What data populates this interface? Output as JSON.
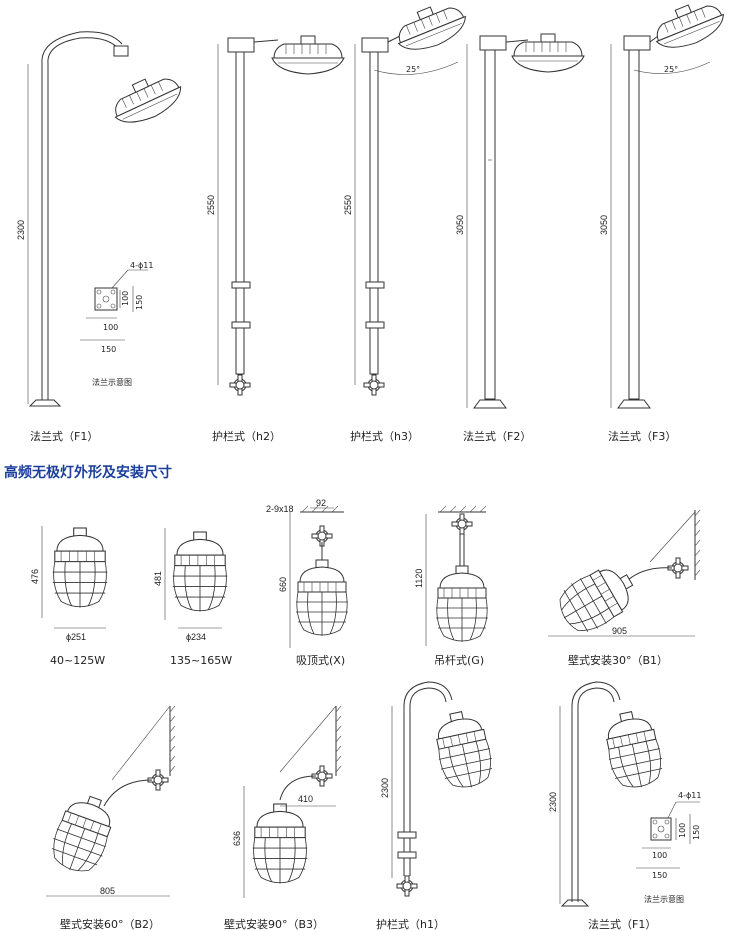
{
  "section_title": "高频无极灯外形及安装尺寸",
  "top_row": {
    "f1": {
      "caption": "法兰式（F1）",
      "height": "2300",
      "flange_title": "法兰示意图",
      "holes": "4-ϕ11",
      "d100a": "100",
      "d150a": "150",
      "d100b": "100",
      "d150b": "150"
    },
    "h2": {
      "caption": "护栏式（h2）",
      "height": "2550"
    },
    "h3": {
      "caption": "护栏式（h3）",
      "height": "2550",
      "angle": "25°"
    },
    "f2": {
      "caption": "法兰式（F2）",
      "height": "3050"
    },
    "f3": {
      "caption": "法兰式（F3）",
      "height": "3050",
      "angle": "25°"
    }
  },
  "middle_row": {
    "a": {
      "caption": "40~125W",
      "height": "476",
      "diameter": "ϕ251"
    },
    "b": {
      "caption": "135~165W",
      "height": "481",
      "diameter": "ϕ234"
    },
    "x": {
      "caption": "吸顶式(X)",
      "height": "660",
      "holes": "2-9x18",
      "width": "92"
    },
    "g": {
      "caption": "吊杆式(G)",
      "height": "1120"
    },
    "b1": {
      "caption": "壁式安装30°（B1）",
      "width": "905"
    }
  },
  "bottom_row": {
    "b2": {
      "caption": "壁式安装60°（B2）",
      "width": "805"
    },
    "b3": {
      "caption": "壁式安装90°（B3）",
      "height": "636",
      "width": "410"
    },
    "h1": {
      "caption": "护栏式（h1）",
      "height": "2300"
    },
    "f1": {
      "caption": "法兰式（F1）",
      "height": "2300",
      "flange_title": "法兰示意图",
      "holes": "4-ϕ11",
      "d100a": "100",
      "d150a": "150",
      "d100b": "100",
      "d150b": "150"
    }
  }
}
